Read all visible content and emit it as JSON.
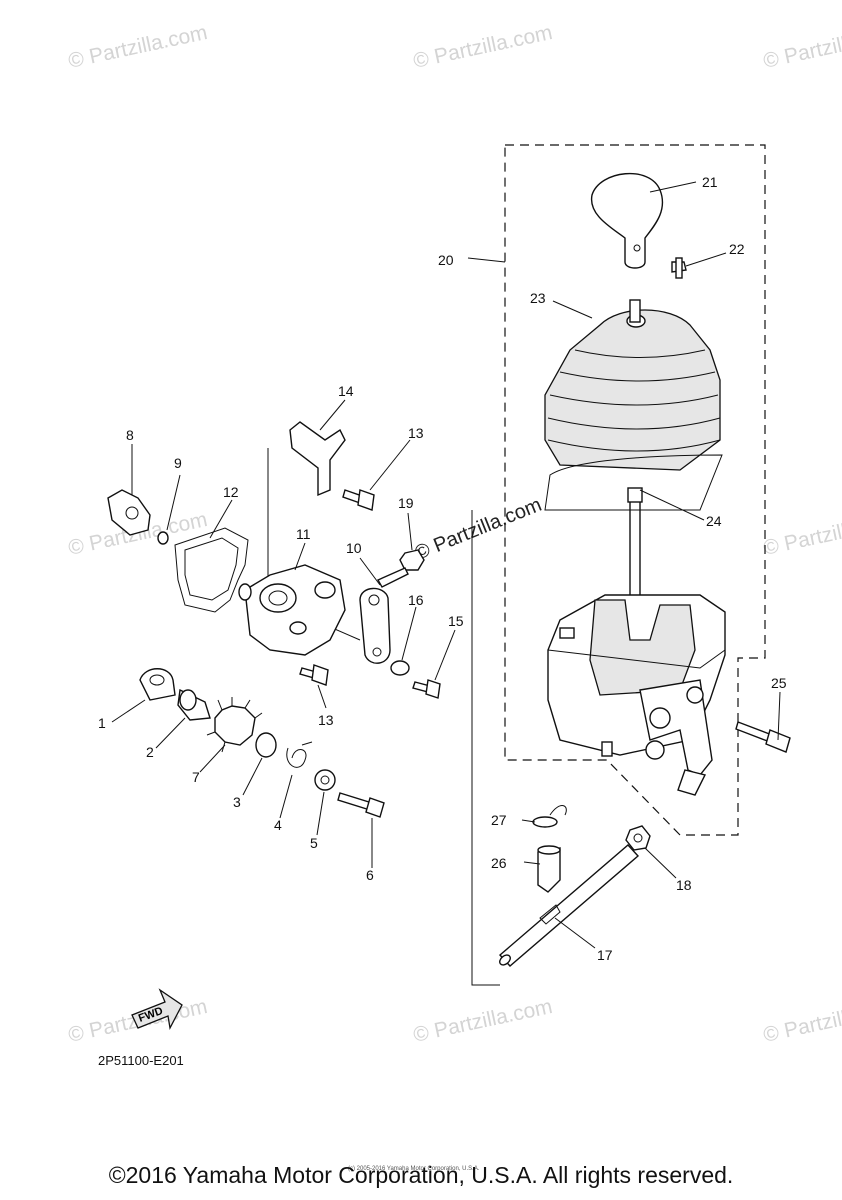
{
  "watermark": "© Partzilla.com",
  "diagram_code": "2P51100-E201",
  "fwd_label": "FWD",
  "copyright": "©2016 Yamaha Motor Corporation, U.S.A. All rights reserved.",
  "small_copyright": "(c) 2005-2016 Yamaha Motor Corporation, U.S.A.",
  "labels": {
    "n1": "1",
    "n2": "2",
    "n3": "3",
    "n4": "4",
    "n5": "5",
    "n6": "6",
    "n7": "7",
    "n8": "8",
    "n9": "9",
    "n10": "10",
    "n11": "11",
    "n12": "12",
    "n13a": "13",
    "n13b": "13",
    "n14": "14",
    "n15": "15",
    "n16": "16",
    "n17": "17",
    "n18": "18",
    "n19": "19",
    "n20": "20",
    "n21": "21",
    "n22": "22",
    "n23": "23",
    "n24": "24",
    "n25": "25",
    "n26": "26",
    "n27": "27"
  }
}
